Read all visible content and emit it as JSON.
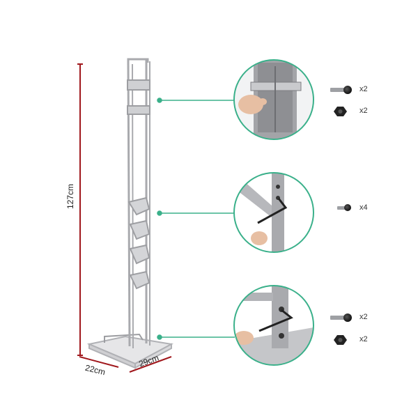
{
  "colors": {
    "dimension_line": "#a0171c",
    "leader_line": "#3ab08a",
    "stand_frame": "#b8b9bd",
    "circle_border": "#3ab08a"
  },
  "dimensions": {
    "height": "127cm",
    "depth": "22cm",
    "width": "29cm"
  },
  "hardware": {
    "detail_1": [
      {
        "icon": "bolt-icon",
        "qty": "x2"
      },
      {
        "icon": "nut-icon",
        "qty": "x2"
      }
    ],
    "detail_2": [
      {
        "icon": "screw-icon",
        "qty": "x4"
      }
    ],
    "detail_3": [
      {
        "icon": "bolt-icon",
        "qty": "x2"
      },
      {
        "icon": "nut-icon",
        "qty": "x2"
      }
    ]
  }
}
